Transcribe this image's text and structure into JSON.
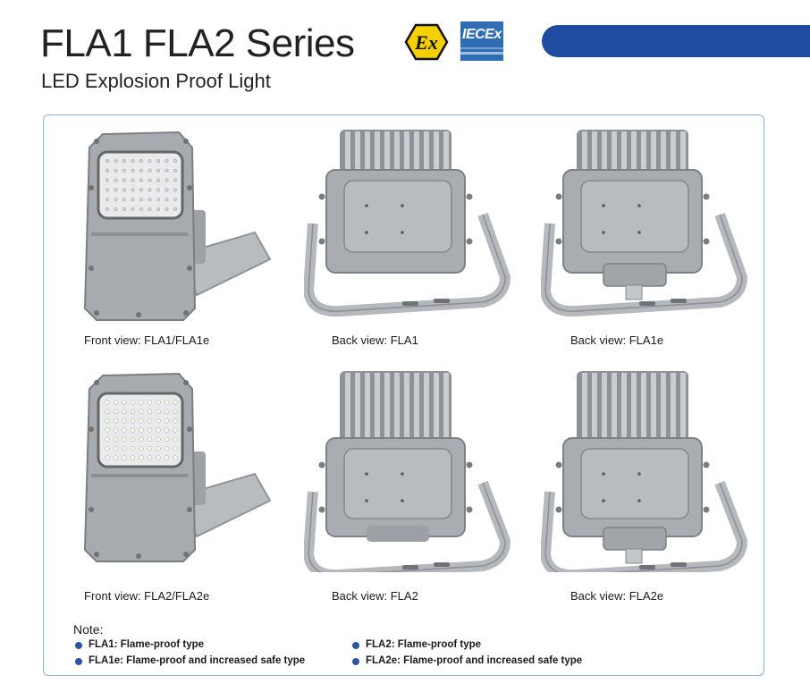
{
  "header": {
    "title": "FLA1 FLA2 Series",
    "subtitle": "LED Explosion Proof Light",
    "iecex_text": "IECEx",
    "ex_text": "Ex"
  },
  "views": [
    {
      "caption": "Front view: FLA1/FLA1e",
      "kind": "front",
      "leds": "small"
    },
    {
      "caption": "Back view: FLA1",
      "kind": "back",
      "variant": "fla1"
    },
    {
      "caption": "Back view: FLA1e",
      "kind": "back",
      "variant": "fla1e"
    },
    {
      "caption": "Front view: FLA2/FLA2e",
      "kind": "front",
      "leds": "large"
    },
    {
      "caption": "Back view: FLA2",
      "kind": "back",
      "variant": "fla2"
    },
    {
      "caption": "Back view: FLA2e",
      "kind": "back",
      "variant": "fla2e"
    }
  ],
  "note": {
    "title": "Note:",
    "items": [
      {
        "label": "FLA1: Flame-proof type"
      },
      {
        "label": "FLA1e: Flame-proof and increased safe type"
      },
      {
        "label": "FLA2: Flame-proof type"
      },
      {
        "label": "FLA2e: Flame-proof and increased safe type"
      }
    ]
  },
  "colors": {
    "accent_blue": "#1f4c9e",
    "ex_yellow": "#f5d000",
    "iecex_blue": "#2f6db5",
    "panel_border": "#8db0d8"
  },
  "icons": {
    "ex": "atex-ex-hexagon-icon",
    "iecex": "iecex-certification-icon"
  }
}
